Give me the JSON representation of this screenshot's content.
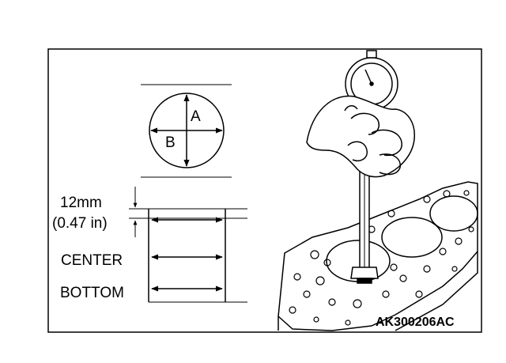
{
  "figure": {
    "circle_labels": {
      "a": "A",
      "b": "B"
    },
    "depth_value": "12mm",
    "depth_value_in": "(0.47 in)",
    "level_center": "CENTER",
    "level_bottom": "BOTTOM",
    "figure_code": "AK300206AC"
  }
}
